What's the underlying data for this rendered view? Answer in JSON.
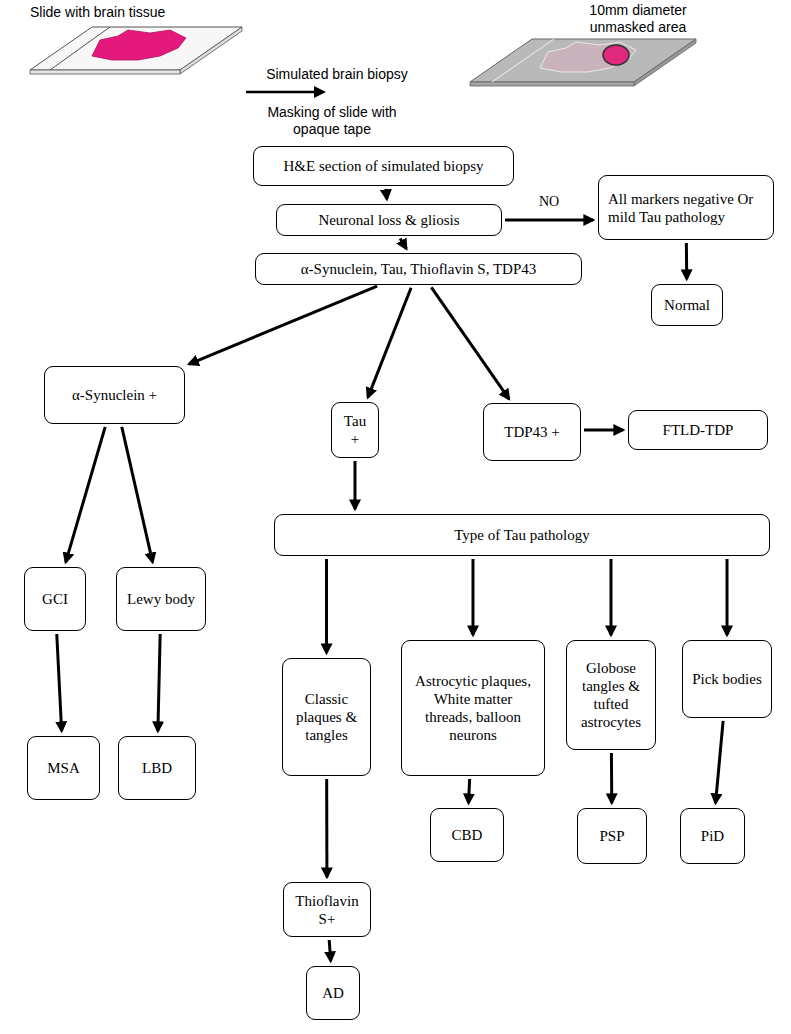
{
  "diagram": {
    "nodes": [
      {
        "text": [
          "H&E section of simulated biopsy"
        ]
      },
      {
        "text": [
          "Neuronal loss & gliosis"
        ]
      },
      {
        "text": [
          "All markers negative Or mild Tau pathology"
        ]
      },
      {
        "text": [
          "Normal"
        ]
      },
      {
        "text": [
          "α-Synuclein, Tau, Thioflavin S, TDP43"
        ]
      },
      {
        "text": [
          "α-Synuclein +"
        ]
      },
      {
        "text": [
          "Tau +"
        ]
      },
      {
        "text": [
          "TDP43 +"
        ]
      },
      {
        "text": [
          "FTLD-TDP"
        ]
      },
      {
        "text": [
          "Type of Tau pathology"
        ]
      },
      {
        "text": [
          "GCI"
        ]
      },
      {
        "text": [
          "Lewy body"
        ]
      },
      {
        "text": [
          "Classic plaques & tangles"
        ]
      },
      {
        "text": [
          "Astrocytic plaques, White matter threads, balloon neurons"
        ]
      },
      {
        "text": [
          "Globose tangles & tufted astrocytes"
        ]
      },
      {
        "text": [
          "Pick bodies"
        ]
      },
      {
        "text": [
          "MSA"
        ]
      },
      {
        "text": [
          "LBD"
        ]
      },
      {
        "text": [
          "Thioflavin S+"
        ]
      },
      {
        "text": [
          "CBD"
        ]
      },
      {
        "text": [
          "PSP"
        ]
      },
      {
        "text": [
          "PiD"
        ]
      },
      {
        "text": [
          "AD"
        ]
      }
    ],
    "edges": [
      {
        "from": 0,
        "to": 1,
        "arrow": "to"
      },
      {
        "from": 1,
        "to": 2,
        "label": "NO",
        "arrow": "to"
      },
      {
        "from": 2,
        "to": 3,
        "arrow": "to"
      },
      {
        "from": 1,
        "to": 4,
        "arrow": "to"
      },
      {
        "from": 4,
        "to": 5,
        "arrow": "to"
      },
      {
        "from": 4,
        "to": 6,
        "arrow": "to"
      },
      {
        "from": 4,
        "to": 7,
        "arrow": "to"
      },
      {
        "from": 7,
        "to": 8,
        "arrow": "to"
      },
      {
        "from": 5,
        "to": 10,
        "arrow": "to"
      },
      {
        "from": 5,
        "to": 11,
        "arrow": "to"
      },
      {
        "from": 10,
        "to": 16,
        "arrow": "to"
      },
      {
        "from": 11,
        "to": 17,
        "arrow": "to"
      },
      {
        "from": 6,
        "to": 9,
        "arrow": "to"
      },
      {
        "from": 9,
        "to": 12,
        "arrow": "to"
      },
      {
        "from": 9,
        "to": 13,
        "arrow": "to"
      },
      {
        "from": 9,
        "to": 14,
        "arrow": "to"
      },
      {
        "from": 9,
        "to": 15,
        "arrow": "to"
      },
      {
        "from": 12,
        "to": 18,
        "arrow": "to"
      },
      {
        "from": 18,
        "to": 22,
        "arrow": "to"
      },
      {
        "from": 13,
        "to": 19,
        "arrow": "to"
      },
      {
        "from": 14,
        "to": 20,
        "arrow": "to"
      },
      {
        "from": 15,
        "to": 21,
        "arrow": "to"
      }
    ],
    "labels": [
      "Slide with brain tissue",
      "10mm diameter unmasked area",
      "Simulated brain biopsy",
      "Masking of slide with opaque tape"
    ]
  }
}
